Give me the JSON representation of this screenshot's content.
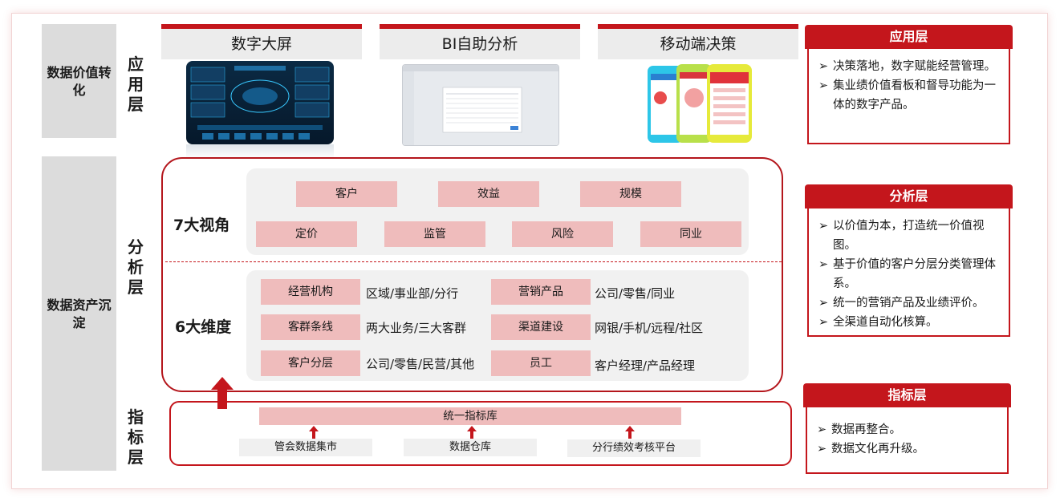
{
  "layers": {
    "value_group": "数据价值转化",
    "asset_group": "数据资产沉淀",
    "app": "应用层",
    "analysis": "分析层",
    "index": "指标层"
  },
  "app_tabs": [
    {
      "title": "数字大屏"
    },
    {
      "title": "BI自助分析"
    },
    {
      "title": "移动端决策"
    }
  ],
  "perspectives": {
    "heading": "7大视角",
    "row1": [
      "客户",
      "效益",
      "规模"
    ],
    "row2": [
      "定价",
      "监管",
      "风险",
      "同业"
    ]
  },
  "dimensions": {
    "heading": "6大维度",
    "items": [
      {
        "name": "经营机构",
        "detail": "区域/事业部/分行"
      },
      {
        "name": "营销产品",
        "detail": "公司/零售/同业"
      },
      {
        "name": "客群条线",
        "detail": "两大业务/三大客群"
      },
      {
        "name": "渠道建设",
        "detail": "网银/手机/远程/社区"
      },
      {
        "name": "客户分层",
        "detail": "公司/零售/民营/其他"
      },
      {
        "name": "员工",
        "detail": "客户经理/产品经理"
      }
    ]
  },
  "index_layer": {
    "unified": "统一指标库",
    "sources": [
      "管会数据集市",
      "数据仓库",
      "分行绩效考核平台"
    ]
  },
  "side_panels": {
    "app": {
      "title": "应用层",
      "points": [
        "决策落地，数字赋能经营管理。",
        "集业绩价值看板和督导功能为一体的数字产品。"
      ]
    },
    "analysis": {
      "title": "分析层",
      "points": [
        "以价值为本，打造统一价值视图。",
        "基于价值的客户分层分类管理体系。",
        "统一的营销产品及业绩评价。",
        "全渠道自动化核算。"
      ]
    },
    "index": {
      "title": "指标层",
      "points": [
        "数据再整合。",
        "数据文化再升级。"
      ]
    }
  },
  "colors": {
    "accent": "#c4161c",
    "pink": "#efbcbc",
    "grey": "#dcdcdc"
  }
}
